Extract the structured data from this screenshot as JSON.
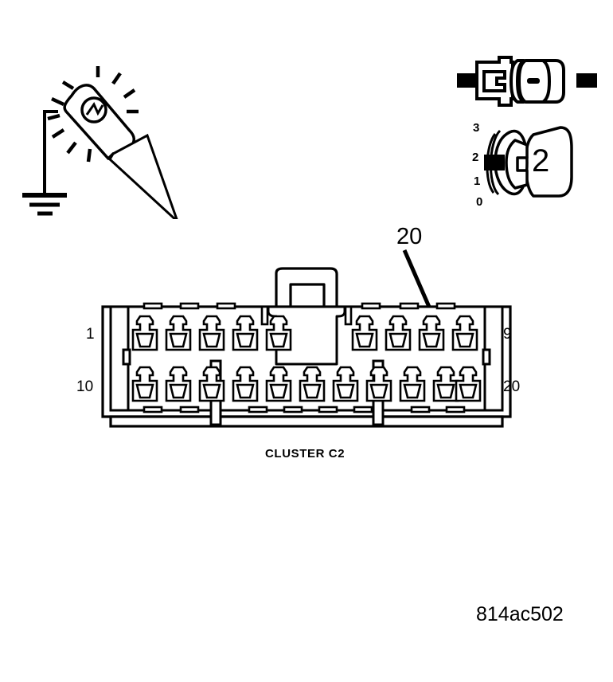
{
  "figure": {
    "id": "814ac502",
    "caption": "CLUSTER C2"
  },
  "callout": {
    "number": "20",
    "points_to_pin": "20"
  },
  "connector": {
    "name": "CLUSTER C2",
    "total_cavities": 20,
    "row_labels": {
      "top_left": "1",
      "top_right": "9",
      "bottom_left": "10",
      "bottom_right": "20"
    },
    "top_row": {
      "first_pin": "1",
      "last_pin": "9",
      "left_group_count": 5,
      "right_group_count": 4
    },
    "bottom_row": {
      "first_pin": "10",
      "last_pin": "20",
      "groups": [
        3,
        5,
        3
      ]
    }
  },
  "tools": {
    "test_light": {
      "name": "test-light-probe",
      "lamp_state": "illuminated",
      "ground_symbol": "chassis-ground"
    },
    "connector_icon": {
      "name": "connector-plug-icon"
    },
    "selector": {
      "name": "rotary-selector",
      "display_value": "2",
      "scale": [
        "3",
        "2",
        "1",
        "0"
      ],
      "indicator_at": "2"
    }
  },
  "colors": {
    "ink": "#000000",
    "background": "#ffffff"
  }
}
